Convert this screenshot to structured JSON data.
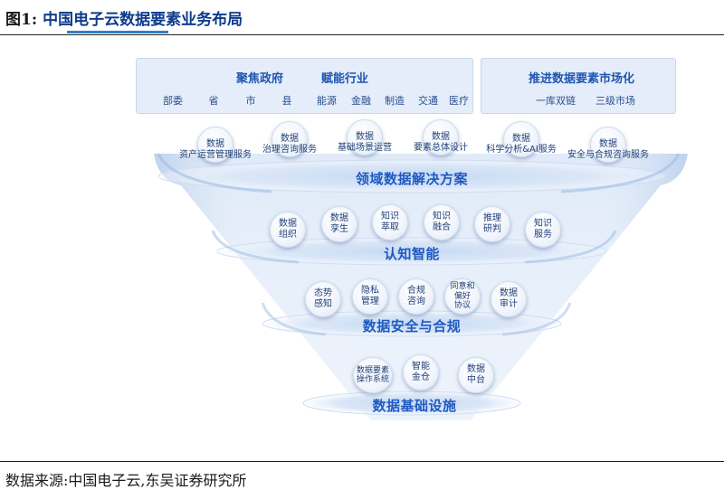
{
  "figure": {
    "label": "图1:",
    "title": "中国电子云数据要素业务布局",
    "source": "数据来源:中国电子云,东吴证券研究所"
  },
  "top_left_box": {
    "heading_left": "聚焦政府",
    "heading_right": "赋能行业",
    "items": [
      "部委",
      "省",
      "市",
      "县",
      "能源",
      "金融",
      "制造",
      "交通",
      "医疗"
    ]
  },
  "top_right_box": {
    "heading": "推进数据要素市场化",
    "items": [
      "一库双链",
      "三级市场"
    ]
  },
  "layers": [
    {
      "label": "领域数据解决方案",
      "nodes": [
        {
          "top": "数据",
          "bottom": "资产运营管理服务"
        },
        {
          "top": "数据",
          "bottom": "治理咨询服务"
        },
        {
          "top": "数据",
          "bottom": "基础场景运营"
        },
        {
          "top": "数据",
          "bottom": "要素总体设计"
        },
        {
          "top": "数据",
          "bottom": "科学分析&AI服务"
        },
        {
          "top": "数据",
          "bottom": "安全与合规咨询服务"
        }
      ]
    },
    {
      "label": "认知智能",
      "nodes": [
        {
          "lines": [
            "数据",
            "组织"
          ]
        },
        {
          "lines": [
            "数据",
            "孪生"
          ]
        },
        {
          "lines": [
            "知识",
            "萃取"
          ]
        },
        {
          "lines": [
            "知识",
            "融合"
          ]
        },
        {
          "lines": [
            "推理",
            "研判"
          ]
        },
        {
          "lines": [
            "知识",
            "服务"
          ]
        }
      ]
    },
    {
      "label": "数据安全与合规",
      "nodes": [
        {
          "lines": [
            "态势",
            "感知"
          ]
        },
        {
          "lines": [
            "隐私",
            "管理"
          ]
        },
        {
          "lines": [
            "合规",
            "咨询"
          ]
        },
        {
          "lines": [
            "同意和",
            "偏好",
            "协议"
          ]
        },
        {
          "lines": [
            "数据",
            "审计"
          ]
        }
      ]
    },
    {
      "label": "数据基础设施",
      "nodes": [
        {
          "lines": [
            "数据要素",
            "操作系统"
          ]
        },
        {
          "lines": [
            "智能",
            "金仓"
          ]
        },
        {
          "lines": [
            "数据",
            "中台"
          ]
        }
      ]
    }
  ]
}
